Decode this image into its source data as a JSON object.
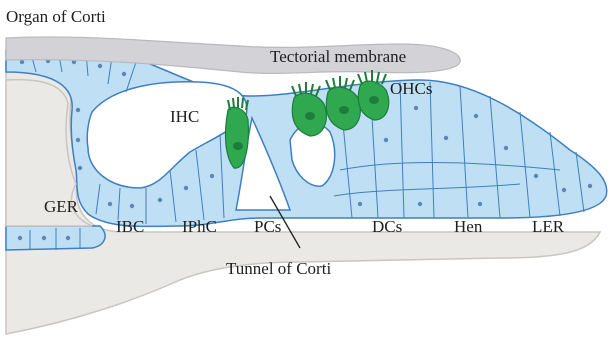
{
  "figure": {
    "title": "Organ of Corti",
    "colors": {
      "cell_fill": "#bfe0f4",
      "cell_line": "#3f7fbf",
      "membrane": "#d3d2d7",
      "bone": "#ebe9e6",
      "hair_cell": "#2fa84f",
      "hair_cell_dark": "#1d7e3a"
    },
    "labels": {
      "tectorial": "Tectorial membrane",
      "ohcs": "OHCs",
      "ihc": "IHC",
      "ger": "GER",
      "ibc": "IBC",
      "iphc": "IPhC",
      "pcs": "PCs",
      "dcs": "DCs",
      "hen": "Hen",
      "ler": "LER",
      "tunnel": "Tunnel of Corti"
    }
  }
}
